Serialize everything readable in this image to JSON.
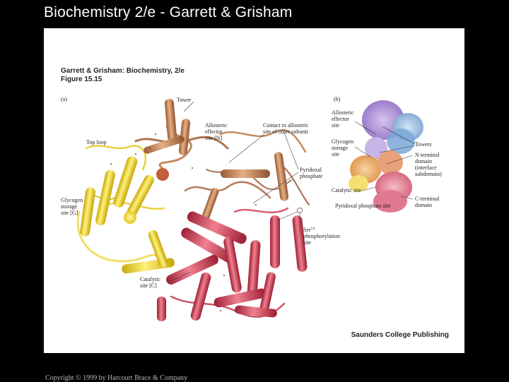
{
  "slide": {
    "title": "Biochemistry 2/e - Garrett & Grisham",
    "copyright": "Copyright © 1999 by Harcourt Brace & Company"
  },
  "figure": {
    "heading_line1": "Garrett & Grisham: Biochemistry, 2/e",
    "heading_line2": "Figure 15.15",
    "publisher": "Saunders College Publishing",
    "panel_a": {
      "tag": "(a)",
      "labels": {
        "tower": "Tower",
        "top_loop": "Top loop",
        "allosteric_1": "Allosteric",
        "allosteric_2": "effector",
        "allosteric_3": "site [N]",
        "contact_1": "Contact to allosteric",
        "contact_2": "site of other subunit",
        "pyridoxal_1": "Pyridoxal",
        "pyridoxal_2": "phosphate",
        "glycogen_1": "Glycogen",
        "glycogen_2": "storage",
        "glycogen_3": "site [G]",
        "ser_1": "Ser",
        "ser_sup": "14",
        "ser_2": "phosphorylation",
        "ser_3": "site",
        "catalytic_1": "Catalytic",
        "catalytic_2": "site [C]"
      }
    },
    "panel_b": {
      "tag": "(b)",
      "labels": {
        "allosteric_1": "Allosteric",
        "allosteric_2": "effector",
        "allosteric_3": "site",
        "glycogen_1": "Glycogen",
        "glycogen_2": "storage",
        "glycogen_3": "site",
        "towers": "Towers",
        "nterm_1": "N terminal",
        "nterm_2": "domain",
        "nterm_3": "(interface",
        "nterm_4": "subdomain)",
        "catalytic": "Catalytic site",
        "cterm_1": "C-terminal",
        "cterm_2": "domain",
        "pyridoxal": "Pyridoxal phosphate site"
      }
    },
    "colors": {
      "n_domain": "#d4976a",
      "glycogen_domain": "#f2e63a",
      "c_domain": "#d8495e",
      "b_violet": "#b99ad8",
      "b_blue": "#a8c8e8",
      "b_pink": "#e8879a",
      "b_orange": "#f0b070"
    }
  }
}
